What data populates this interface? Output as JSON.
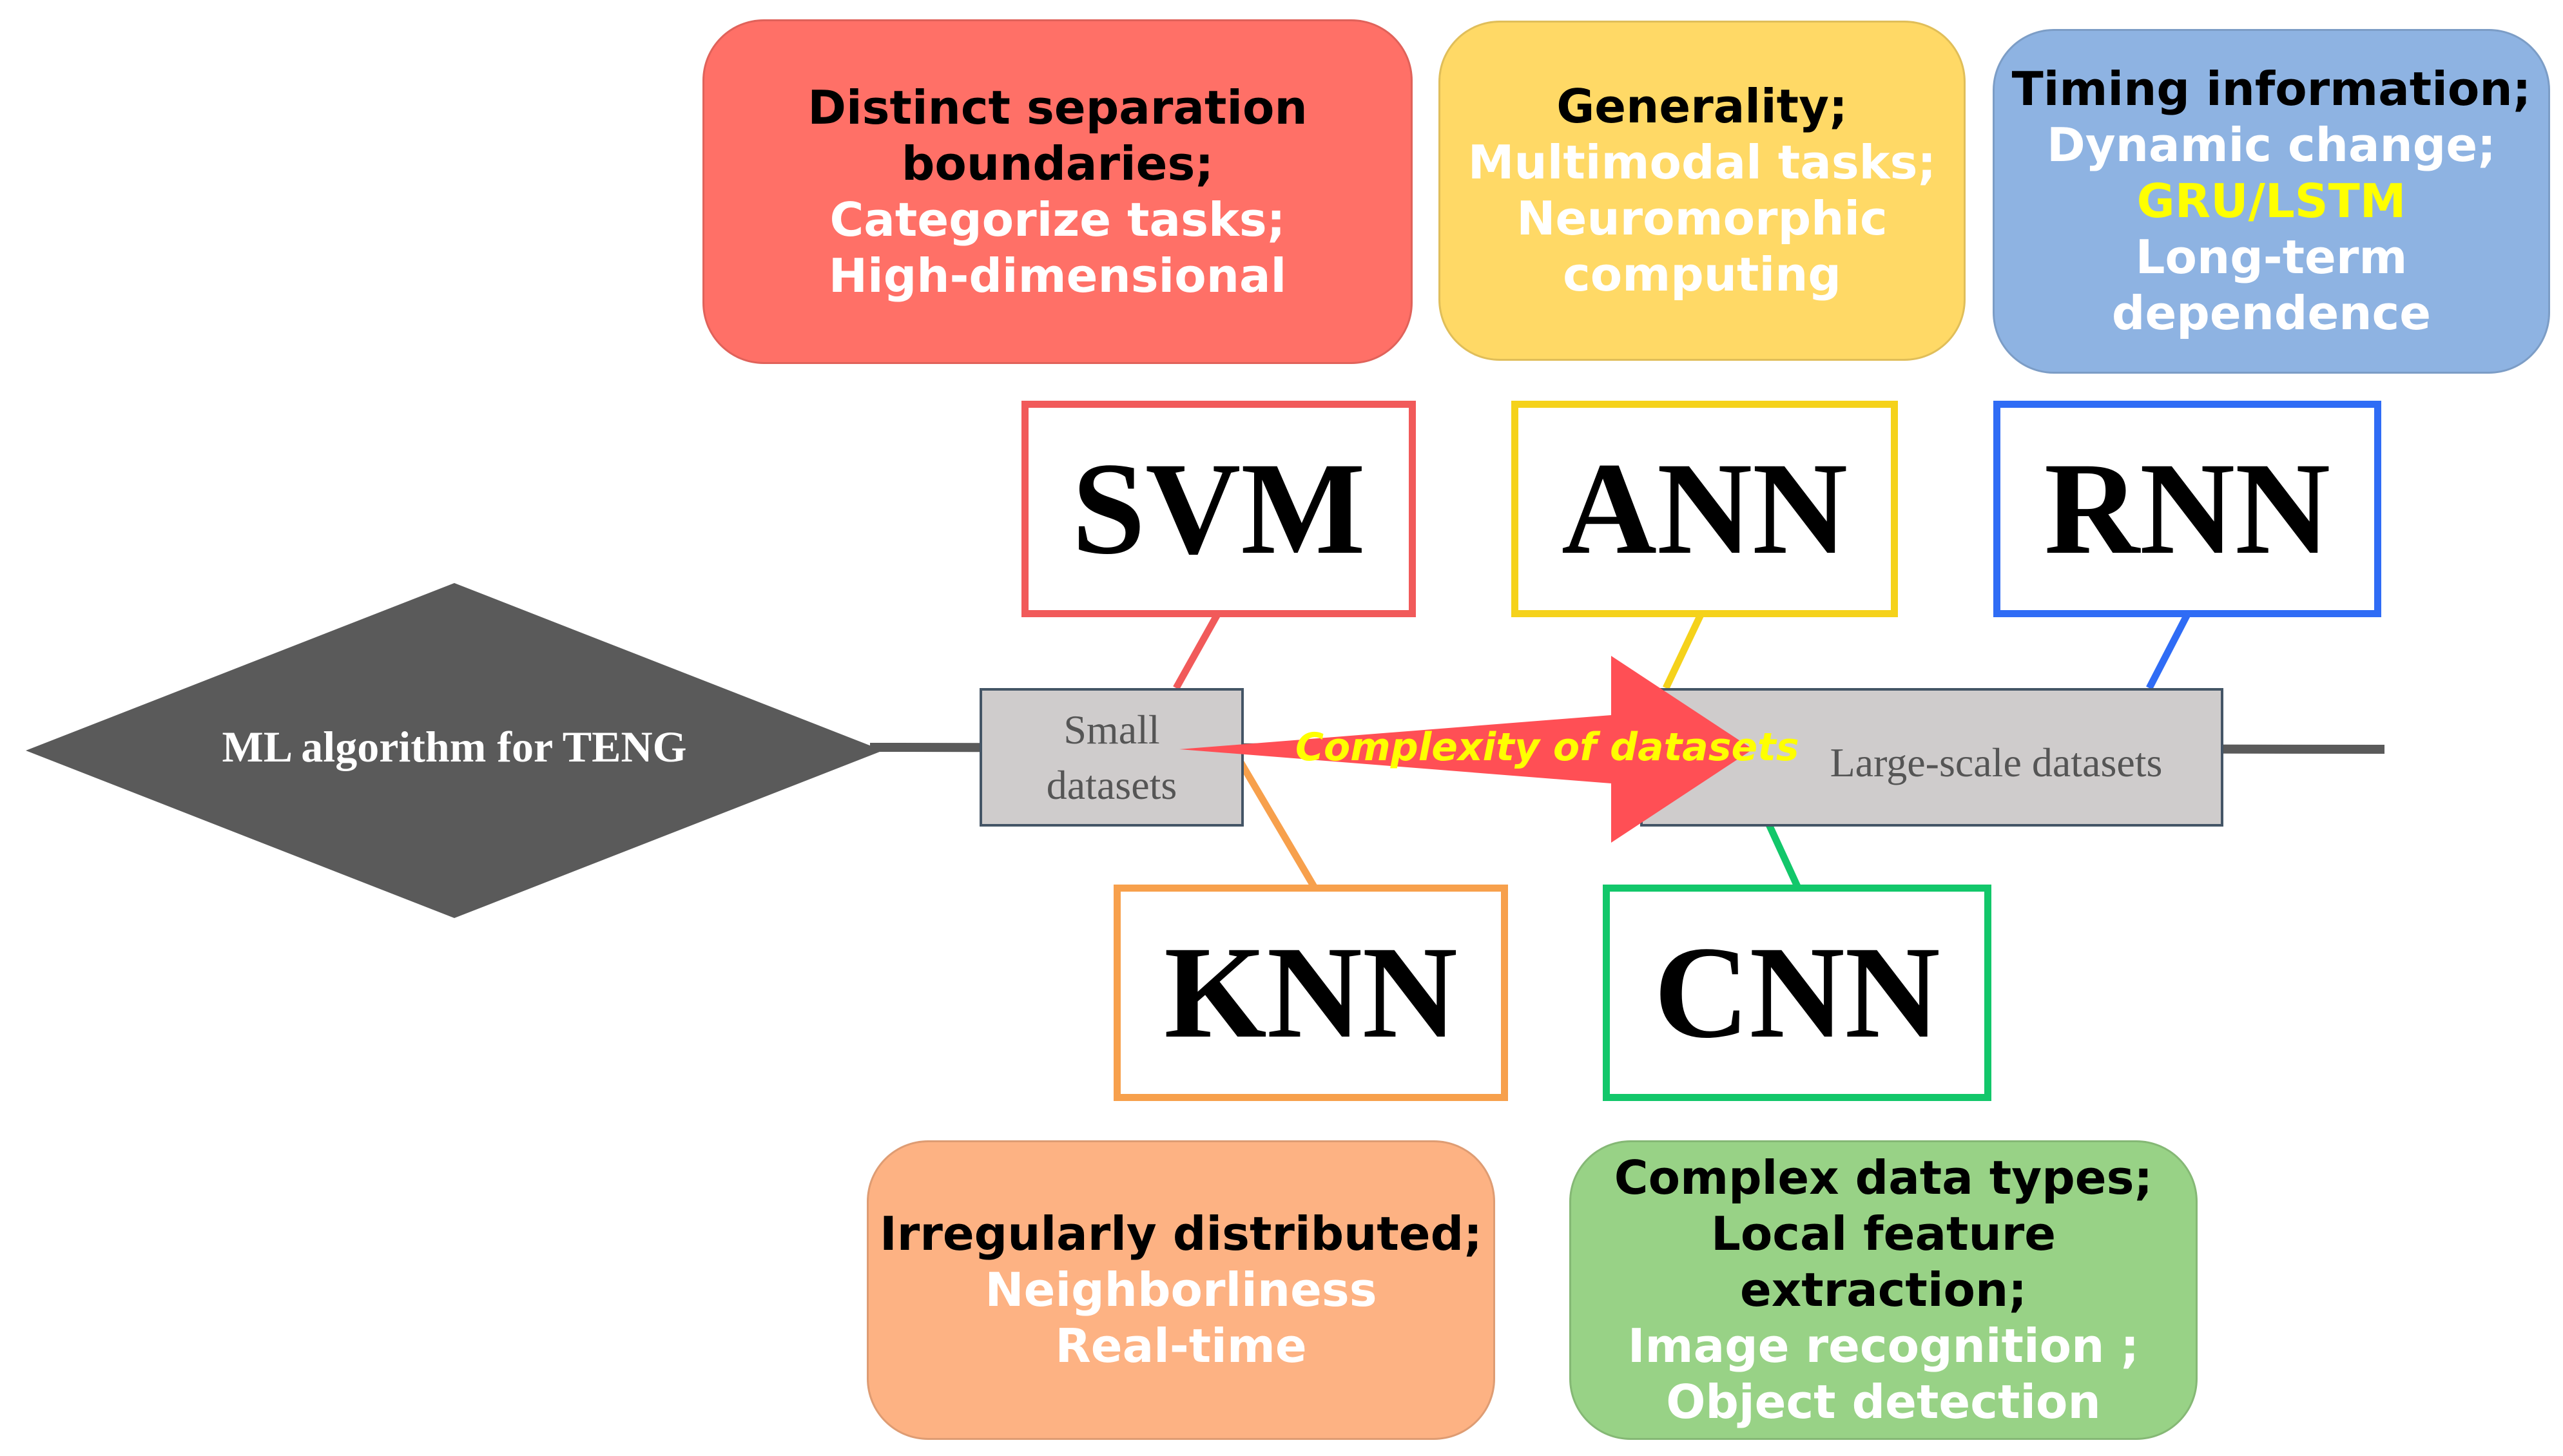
{
  "diagram": {
    "root_label": "ML algorithm for TENG",
    "axis": {
      "start_label": [
        "Small",
        "datasets"
      ],
      "end_label": "Large-scale datasets",
      "arrow_label": "Complexity of datasets"
    },
    "algorithms": {
      "svm": "SVM",
      "ann": "ANN",
      "rnn": "RNN",
      "knn": "KNN",
      "cnn": "CNN"
    },
    "cards": {
      "svm": [
        "Distinct separation",
        "boundaries;",
        "Categorize tasks;",
        "High-dimensional"
      ],
      "ann": [
        "Generality;",
        "Multimodal tasks;",
        "Neuromorphic",
        "computing"
      ],
      "rnn": [
        "Timing information;",
        "Dynamic change;",
        "GRU/LSTM",
        "Long-term",
        "dependence"
      ],
      "knn": [
        "Irregularly distributed;",
        "Neighborliness",
        "Real-time"
      ],
      "cnn": [
        "Complex data types;",
        "Local feature extraction;",
        "Image recognition ;",
        "Object detection"
      ]
    },
    "colors": {
      "svm": "#f15a5a",
      "ann": "#f5d21b",
      "rnn": "#2f6cf5",
      "knn": "#f7a04c",
      "cnn": "#12c76a",
      "card_svm": "#ff7067",
      "card_ann": "#ffd966",
      "card_rnn": "#8eb3e2",
      "card_knn": "#fdb283",
      "card_cnn": "#98d286",
      "diamond": "#5a5a5a",
      "arrow": "#ff4f55",
      "highlight": "#ffff00"
    }
  }
}
